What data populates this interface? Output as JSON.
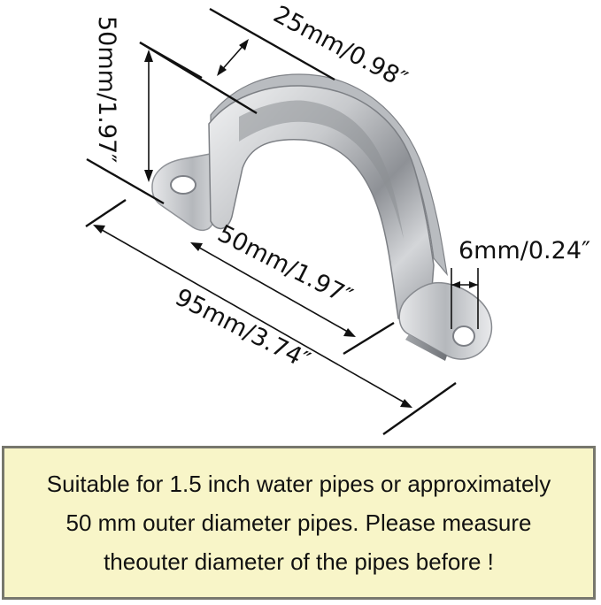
{
  "dimensions": {
    "width_label": "25mm/0.98″",
    "height_label": "50mm/1.97″",
    "inner_label": "50mm/1.97″",
    "overall_label": "95mm/3.74″",
    "hole_label": "6mm/0.24″"
  },
  "note": {
    "line1": "Suitable for 1.5 inch water pipes or approximately",
    "line2": "50 mm outer diameter pipes. Please measure",
    "line3": "theouter diameter of the pipes before !"
  },
  "colors": {
    "note_background": "#f8f5c8",
    "note_border": "#77776d",
    "metal": "#c4c6c9"
  }
}
